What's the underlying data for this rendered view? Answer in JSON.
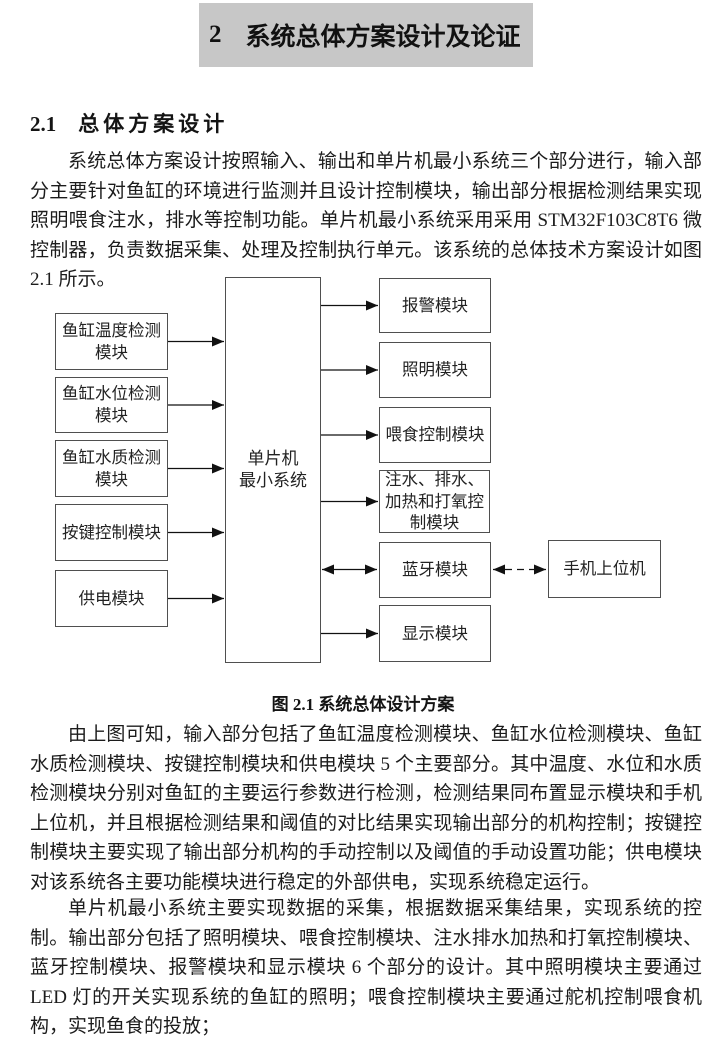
{
  "document": {
    "chapter": {
      "number": "2",
      "title": "系统总体方案设计及论证"
    },
    "section": {
      "number": "2.1",
      "title": "总体方案设计"
    },
    "paragraph_1": "系统总体方案设计按照输入、输出和单片机最小系统三个部分进行，输入部分主要针对鱼缸的环境进行监测并且设计控制模块，输出部分根据检测结果实现照明喂食注水，排水等控制功能。单片机最小系统采用采用 STM32F103C8T6 微控制器，负责数据采集、处理及控制执行单元。该系统的总体技术方案设计如图 2.1 所示。",
    "figure": {
      "caption": "图 2.1 系统总体设计方案",
      "diagram": {
        "input_modules": [
          "鱼缸温度检测\n模块",
          "鱼缸水位检测\n模块",
          "鱼缸水质检测\n模块",
          "按键控制模块",
          "供电模块"
        ],
        "core_module": "单片机\n最小系统",
        "output_modules": [
          "报警模块",
          "照明模块",
          "喂食控制模块",
          "注水、排水、\n加热和打氧控\n制模块",
          "蓝牙模块",
          "显示模块"
        ],
        "external_module": "手机上位机"
      }
    },
    "paragraph_2": "由上图可知，输入部分包括了鱼缸温度检测模块、鱼缸水位检测模块、鱼缸水质检测模块、按键控制模块和供电模块 5 个主要部分。其中温度、水位和水质检测模块分别对鱼缸的主要运行参数进行检测，检测结果同布置显示模块和手机上位机，并且根据检测结果和阈值的对比结果实现输出部分的机构控制；按键控制模块主要实现了输出部分机构的手动控制以及阈值的手动设置功能；供电模块对该系统各主要功能模块进行稳定的外部供电，实现系统稳定运行。",
    "paragraph_3": "单片机最小系统主要实现数据的采集，根据数据采集结果，实现系统的控制。输出部分包括了照明模块、喂食控制模块、注水排水加热和打氧控制模块、蓝牙控制模块、报警模块和显示模块 6 个部分的设计。其中照明模块主要通过 LED 灯的开关实现系统的鱼缸的照明；喂食控制模块主要通过舵机控制喂食机构，实现鱼食的投放；",
    "colors": {
      "highlight_gray": "#c7c7c7",
      "body_text": "#1c1c1c",
      "diagram_border": "#4f4f4f"
    }
  }
}
